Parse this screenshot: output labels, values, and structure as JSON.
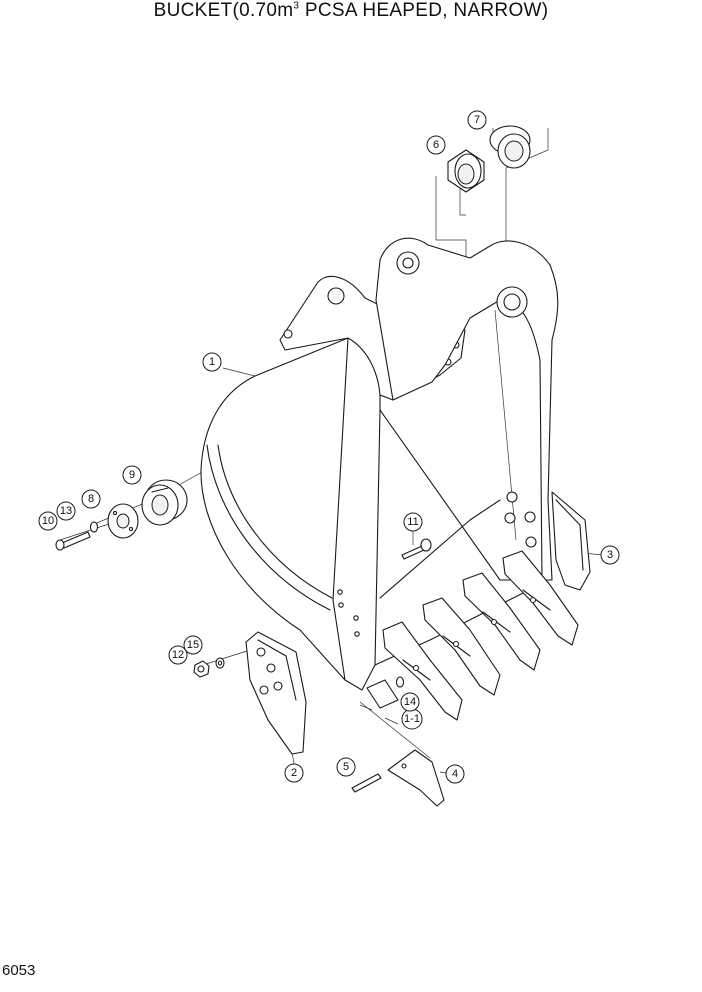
{
  "title": {
    "prefix": "BUCKET(0.70m",
    "superscript": "3",
    "suffix": " PCSA HEAPED, NARROW)"
  },
  "page_number": "6053",
  "callouts": [
    "1",
    "1-1",
    "2",
    "3",
    "4",
    "5",
    "6",
    "7",
    "8",
    "9",
    "10",
    "11",
    "12",
    "13",
    "14",
    "15"
  ]
}
